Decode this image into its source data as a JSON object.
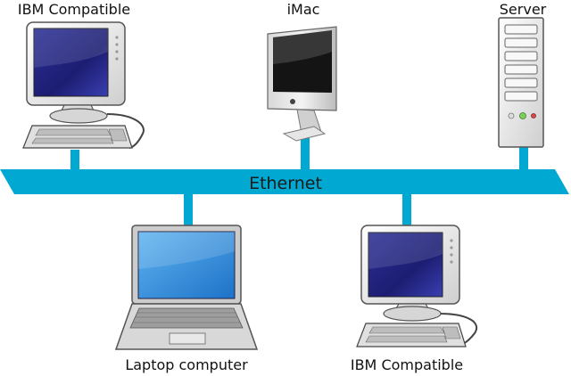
{
  "network": {
    "bus_label": "Ethernet",
    "bus_color": "#00a8d2",
    "nodes": [
      {
        "label": "IBM Compatible",
        "kind": "desktop-pc"
      },
      {
        "label": "iMac",
        "kind": "imac"
      },
      {
        "label": "Server",
        "kind": "server"
      },
      {
        "label": "Laptop computer",
        "kind": "laptop"
      },
      {
        "label": "IBM Compatible",
        "kind": "desktop-pc"
      }
    ]
  },
  "colors": {
    "screen_dark": "#1a1a6e",
    "screen_light": "#4a4fb8",
    "case_light": "#f2f2f2",
    "case_edge": "#555555"
  }
}
